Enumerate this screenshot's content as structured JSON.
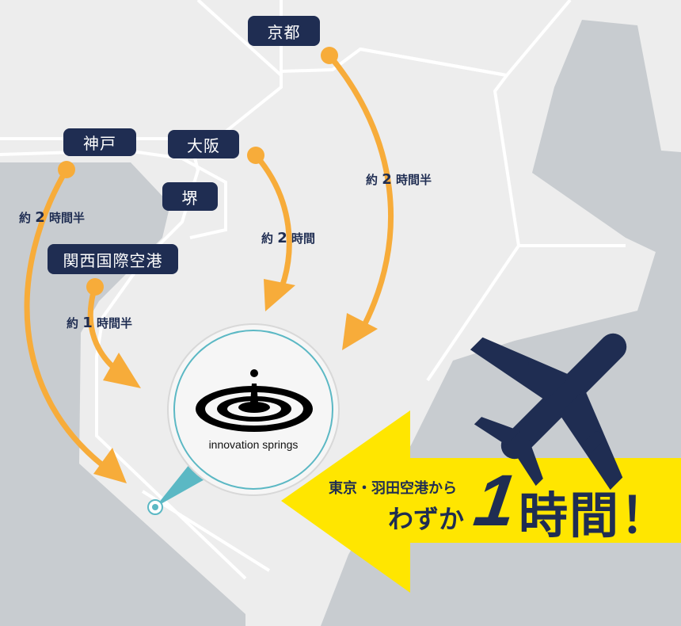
{
  "cities": {
    "kyoto": "京都",
    "kobe": "神戸",
    "osaka": "大阪",
    "sakai": "堺",
    "kansai_airport": "関西国際空港"
  },
  "travel_times": {
    "kyoto": {
      "prefix": "約",
      "num": "2",
      "suffix": "時間半"
    },
    "osaka": {
      "prefix": "約",
      "num": "2",
      "suffix": "時間"
    },
    "kobe": {
      "prefix": "約",
      "num": "2",
      "suffix": "時間半"
    },
    "kansai_airport": {
      "prefix": "約",
      "num": "1",
      "suffix": "時間半"
    }
  },
  "destination": {
    "logo_text": "innovation springs"
  },
  "promo": {
    "line1": "東京・羽田空港から",
    "line2": "わずか",
    "number": "1",
    "unit": "時間！"
  },
  "colors": {
    "navy": "#1f2d52",
    "orange": "#f7ac3a",
    "yellow": "#ffe600",
    "teal": "#5bb8c4",
    "sea": "#c8ccd0",
    "land": "#ededed"
  }
}
